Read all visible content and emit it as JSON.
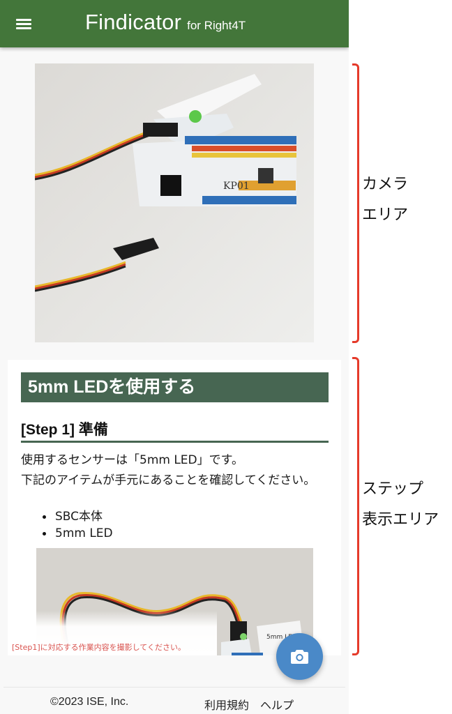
{
  "app_bar": {
    "title": "Findicator",
    "subtitle": "for Right4T",
    "color": "#43763a",
    "menu_icon": "hamburger-menu-icon"
  },
  "camera_area": {
    "description": "Live camera preview showing an SBC board (KP01) with a 5mm LED module and jumper cables"
  },
  "step_area": {
    "title": "5mm LEDを使用する",
    "title_color": "#476652",
    "step_heading": "[Step 1] 準備",
    "paragraph_line1": "使用するセンサーは「5mm LED」です。",
    "paragraph_line2": "下記のアイテムが手元にあることを確認してください。",
    "items": [
      "SBC本体",
      "5mm LED"
    ],
    "image_description": "Reference photo of 5mm LED module with twisted cable and label card '5mm LED'",
    "hint": "[Step1]に対応する作業内容を撮影してください。",
    "hint_color": "#d9534f"
  },
  "fab": {
    "icon": "camera-icon",
    "color": "#4a89c8"
  },
  "footer": {
    "copyright": "©2023 ISE, Inc.",
    "links": [
      "利用規約",
      "ヘルプ"
    ]
  },
  "annotations": {
    "camera_area_label": "カメラ\nエリア",
    "step_area_label": "ステップ\n表示エリア",
    "bracket_color": "#e53a2a"
  }
}
